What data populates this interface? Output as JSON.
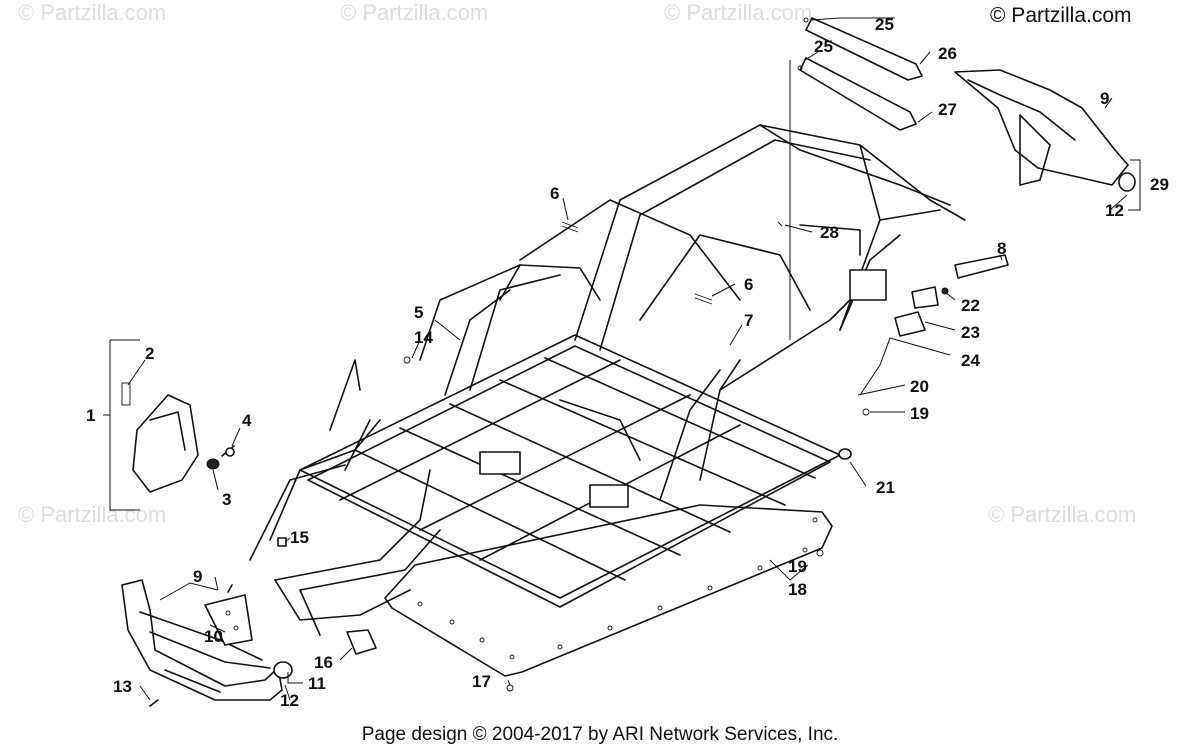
{
  "copyright": "© Partzilla.com",
  "watermarks": [
    "© Partzilla.com",
    "© Partzilla.com",
    "© Partzilla.com",
    "© Partzilla.com",
    "© Partzilla.com",
    "© Partzilla.com"
  ],
  "footer": "Page design © 2004-2017 by ARI Network Services, Inc.",
  "callouts": {
    "c1": "1",
    "c2": "2",
    "c3": "3",
    "c4": "4",
    "c5": "5",
    "c6a": "6",
    "c6b": "6",
    "c7": "7",
    "c8": "8",
    "c9a": "9",
    "c9b": "9",
    "c10": "10",
    "c11": "11",
    "c12a": "12",
    "c12b": "12",
    "c13": "13",
    "c14": "14",
    "c15": "15",
    "c16": "16",
    "c17": "17",
    "c18": "18",
    "c19a": "19",
    "c19b": "19",
    "c20": "20",
    "c21": "21",
    "c22": "22",
    "c23": "23",
    "c24": "24",
    "c25a": "25",
    "c25b": "25",
    "c26": "26",
    "c27": "27",
    "c28": "28",
    "c29": "29"
  }
}
